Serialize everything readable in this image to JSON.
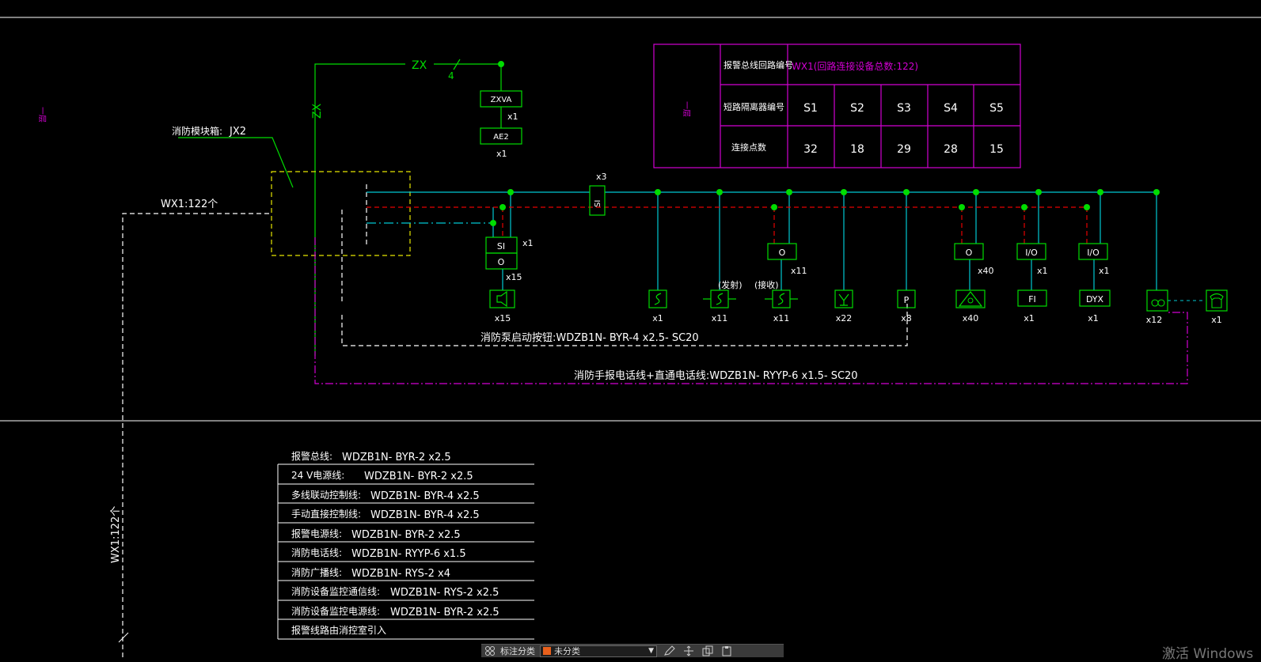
{
  "labels": {
    "zx_h": "ZX",
    "zx_v": "ZX",
    "zx_count": "4",
    "zxva": "ZXVA",
    "zxva_x": "x1",
    "ae2": "AE2",
    "ae2_x": "x1",
    "floor_mark": "一层",
    "module_box_title": "消防模块箱:",
    "module_box_id": "JX2",
    "wx1_h": "WX1:122个",
    "wx1_v": "WX1:122个",
    "isolator_x": "x3",
    "isolator_symbol": "SI",
    "si_label": "SI",
    "si_x": "x1",
    "o_label": "O",
    "o_x": "x15",
    "pump_line": "消防泵启动按钮:WDZB1N- BYR-4 x2.5- SC20",
    "phone_line": "消防手报电话线+直通电话线:WDZB1N- RYYP-6 x1.5- SC20",
    "fasong": "(发射)",
    "jieshou": "(接收)",
    "mod_o1": "O",
    "mod_o1_x": "x11",
    "mod_o2": "O",
    "mod_o2_x": "x40",
    "mod_io1": "I/O",
    "mod_io1_x": "x1",
    "mod_io2": "I/O",
    "mod_io2_x": "x1",
    "p_symbol": "P",
    "fi_symbol": "FI",
    "dyx_symbol": "DYX"
  },
  "device_counts": [
    "x15",
    "x1",
    "x11",
    "x11",
    "x22",
    "x8",
    "x40",
    "x1",
    "x1",
    "x12",
    "x1"
  ],
  "table": {
    "floor": "一层",
    "row1_label": "报警总线回路编号",
    "row1_value": "WX1(回路连接设备总数:122)",
    "row2_label": "短路隔离器编号",
    "row2_values": [
      "S1",
      "S2",
      "S3",
      "S4",
      "S5"
    ],
    "row3_label": "连接点数",
    "row3_values": [
      "32",
      "18",
      "29",
      "28",
      "15"
    ]
  },
  "legend": [
    {
      "name": "报警总线:",
      "spec": "WDZB1N- BYR-2 x2.5"
    },
    {
      "name": "24 V电源线:",
      "spec": "WDZB1N- BYR-2 x2.5"
    },
    {
      "name": "多线联动控制线:",
      "spec": "WDZB1N- BYR-4 x2.5"
    },
    {
      "name": "手动直接控制线:",
      "spec": "WDZB1N- BYR-4 x2.5"
    },
    {
      "name": "报警电源线:",
      "spec": "WDZB1N- BYR-2 x2.5"
    },
    {
      "name": "消防电话线:",
      "spec": "WDZB1N- RYYP-6 x1.5"
    },
    {
      "name": "消防广播线:",
      "spec": "WDZB1N- RYS-2 x4"
    },
    {
      "name": "消防设备监控通信线:",
      "spec": "WDZB1N- RYS-2 x2.5"
    },
    {
      "name": "消防设备监控电源线:",
      "spec": "WDZB1N- BYR-2 x2.5"
    },
    {
      "name": "报警线路由消控室引入",
      "spec": ""
    }
  ],
  "toolbar": {
    "label": "标注分类",
    "selected": "未分类"
  },
  "watermark": "激活 Windows",
  "colors": {
    "cyan": "#00c8d2",
    "green": "#00dc00",
    "magenta": "#d200d2",
    "red": "#e60000",
    "yellow": "#e6e600",
    "white": "#ffffff",
    "background": "#000000"
  }
}
